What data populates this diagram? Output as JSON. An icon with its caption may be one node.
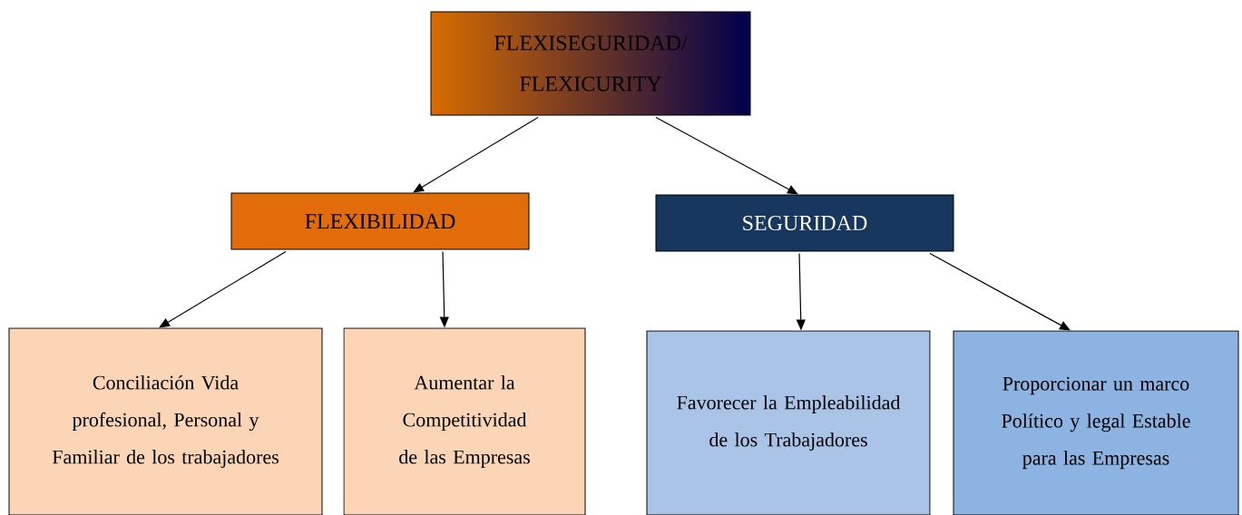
{
  "diagram": {
    "nodes": [
      {
        "text": [
          "FLEXISEGURIDAD/ FLEXICURITY"
        ]
      },
      {
        "text": [
          "FLEXIBILIDAD"
        ]
      },
      {
        "text": [
          "SEGURIDAD"
        ]
      },
      {
        "text": [
          "Conciliación Vida profesional, Personal y Familiar de los trabajadores"
        ]
      },
      {
        "text": [
          "Aumentar la Competitividad de las Empresas"
        ]
      },
      {
        "text": [
          "Favorecer la Empleabilidad de los Trabajadores"
        ]
      },
      {
        "text": [
          "Proporcionar un marco Político y legal Estable para las Empresas"
        ]
      }
    ],
    "edges": [
      {
        "from": 0,
        "to": 1,
        "arrow": "to"
      },
      {
        "from": 0,
        "to": 2,
        "arrow": "to"
      },
      {
        "from": 1,
        "to": 3,
        "arrow": "to"
      },
      {
        "from": 1,
        "to": 4,
        "arrow": "to"
      },
      {
        "from": 2,
        "to": 5,
        "arrow": "to"
      },
      {
        "from": 2,
        "to": 6,
        "arrow": "to"
      }
    ]
  }
}
